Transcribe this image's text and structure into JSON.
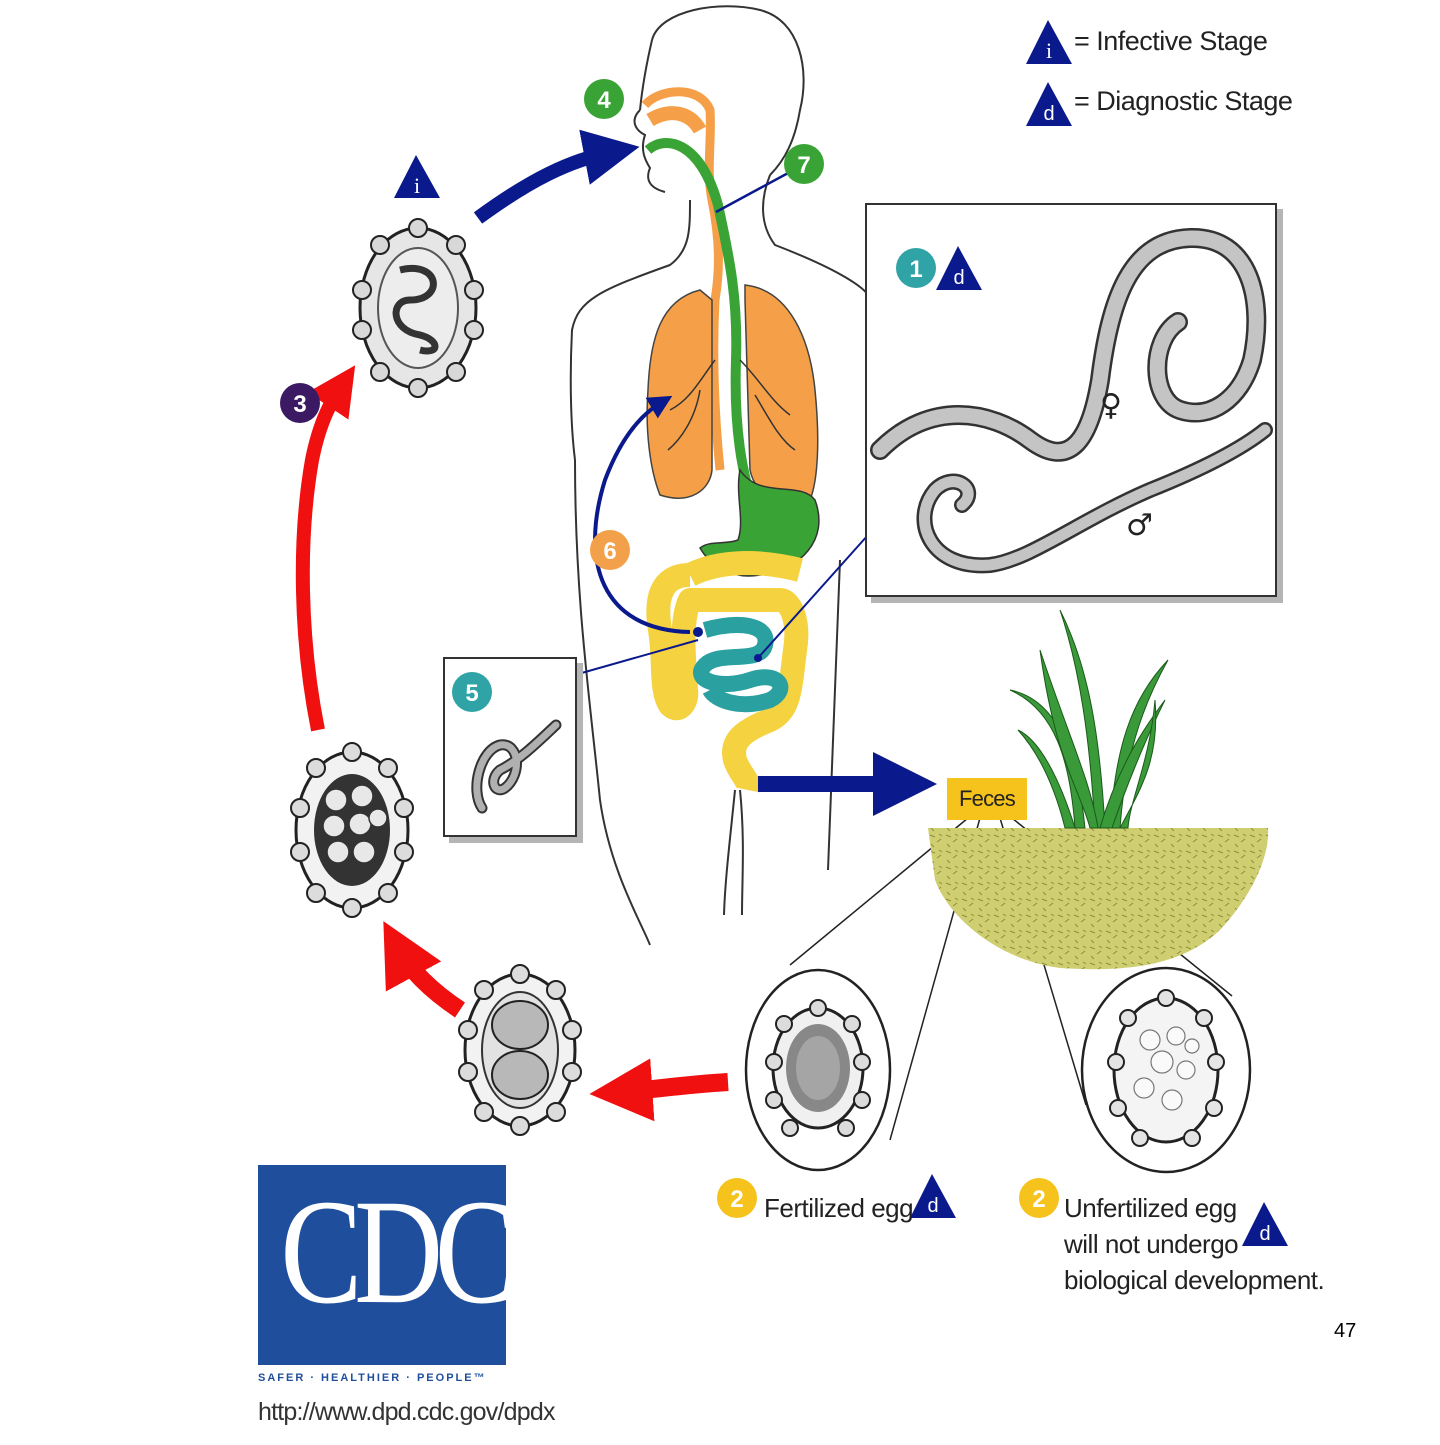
{
  "legend": {
    "infective_symbol": "i",
    "infective_label": "= Infective Stage",
    "diagnostic_symbol": "d",
    "diagnostic_label": "= Diagnostic Stage"
  },
  "steps": {
    "s1": "1",
    "s2a": "2",
    "s2b": "2",
    "s3": "3",
    "s4": "4",
    "s5": "5",
    "s6": "6",
    "s7": "7"
  },
  "badges": {
    "i": "i",
    "d": "d"
  },
  "labels": {
    "feces": "Feces",
    "fertilized": "Fertilized egg",
    "unfertilized_line1": "Unfertilized egg",
    "unfertilized_line2": "will not undergo",
    "unfertilized_line3": "biological development.",
    "female": "♀",
    "male": "♂"
  },
  "logo": {
    "text": "CDC",
    "tagline": "SAFER · HEALTHIER · PEOPLE™",
    "url": "http://www.dpd.cdc.gov/dpdx"
  },
  "page_number": "47",
  "colors": {
    "green_step": "#3aa335",
    "teal_step": "#2fa3a6",
    "purple_step": "#3b1a63",
    "orange_step": "#f3a04a",
    "yellow_step": "#f5c31c",
    "navy_arrow": "#0a1a8c",
    "red_arrow": "#f01010",
    "lung": "#f5a048",
    "intestine_yellow": "#f5d240",
    "intestine_teal": "#2aa0a0",
    "soil": "#c9c86a",
    "cdc_blue": "#1f4f9c"
  }
}
